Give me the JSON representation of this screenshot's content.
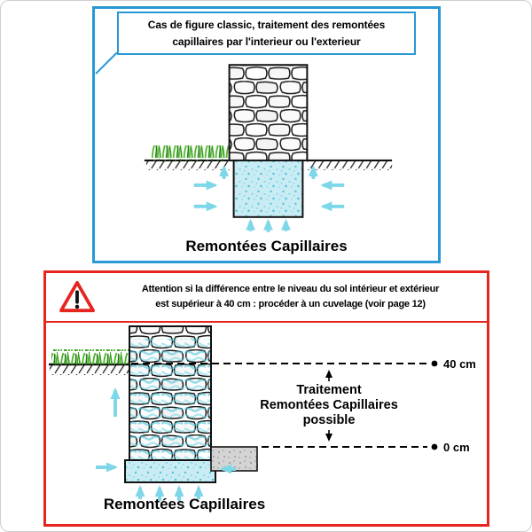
{
  "classic_panel": {
    "title_line1": "Cas de figure classic, traitement des remontées",
    "title_line2": "capillaires par l'interieur ou l'exterieur",
    "caption": "Remontées Capillaires"
  },
  "warning_panel": {
    "warning_line1": "Attention si la différence entre le niveau du sol intérieur et extérieur",
    "warning_line2": "est supérieur à 40 cm : procéder à un cuvelage (voir page 12)",
    "level_high_label": "40 cm",
    "level_low_label": "0 cm",
    "treatment_line1": "Traitement",
    "treatment_line2": "Remontées Capillaires",
    "treatment_line3": "possible",
    "caption": "Remontées Capillaires"
  },
  "icons": {
    "warning_icon": "exclamation-triangle-icon"
  },
  "colors": {
    "classic_border_blue": "#2899d4",
    "warning_border_red": "#e52620",
    "capillary_cyan": "#7ed7e8",
    "foundation_cyan": "#c9ecf4",
    "grass_green": "#2f9c12",
    "concrete_gray": "#d4d4d4",
    "text_black": "#000000"
  }
}
